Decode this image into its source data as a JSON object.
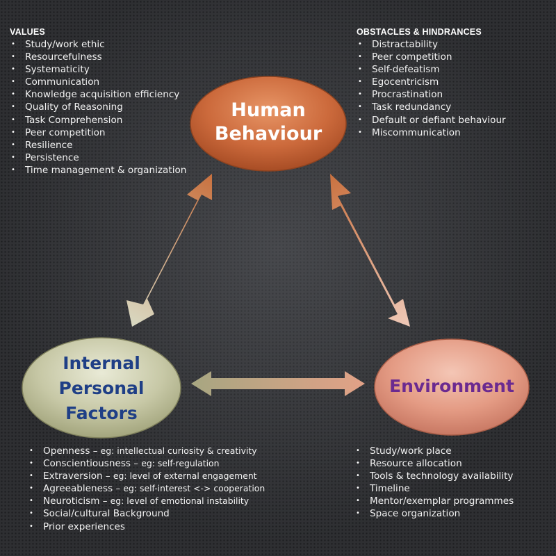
{
  "values": {
    "heading": "VALUES",
    "items": [
      "Study/work ethic",
      "Resourcefulness",
      "Systematicity",
      "Communication",
      "Knowledge acquisition  efficiency",
      "Quality of Reasoning",
      "Task Comprehension",
      "Peer competition",
      "Resilience",
      "Persistence",
      "Time management & organization"
    ]
  },
  "obstacles": {
    "heading": "OBSTACLES & HINDRANCES",
    "items": [
      "Distractability",
      "Peer competition",
      "Self-defeatism",
      "Egocentricism",
      "Procrastination",
      "Task redundancy",
      "Default or defiant behaviour",
      "Miscommunication"
    ]
  },
  "nodes": {
    "human_behaviour": {
      "line1": "Human",
      "line2": "Behaviour"
    },
    "internal": {
      "line1": "Internal",
      "line2": "Personal",
      "line3": "Factors"
    },
    "environment": {
      "label": "Environment"
    }
  },
  "internal_factors": [
    {
      "term": "Openness",
      "example": "eg: intellectual curiosity & creativity"
    },
    {
      "term": "Conscientiousness",
      "example": "eg: self-regulation"
    },
    {
      "term": "Extraversion",
      "example": "eg: level of external engagement"
    },
    {
      "term": "Agreeableness",
      "example": "eg: self-interest <-> cooperation"
    },
    {
      "term": "Neuroticism",
      "example": "eg: level of emotional instability"
    },
    {
      "term": "Social/cultural Background",
      "example": ""
    },
    {
      "term": "Prior experiences",
      "example": ""
    }
  ],
  "environment_factors": [
    "Study/work place",
    "Resource allocation",
    "Tools & technology availability",
    "Timeline",
    "Mentor/exemplar programmes",
    "Space organization"
  ],
  "colors": {
    "human_behaviour_fill": "#c8683a",
    "internal_fill": "#c8c9a8",
    "internal_text": "#1f3f86",
    "environment_fill": "#e39a83",
    "environment_text": "#6b2a90"
  }
}
